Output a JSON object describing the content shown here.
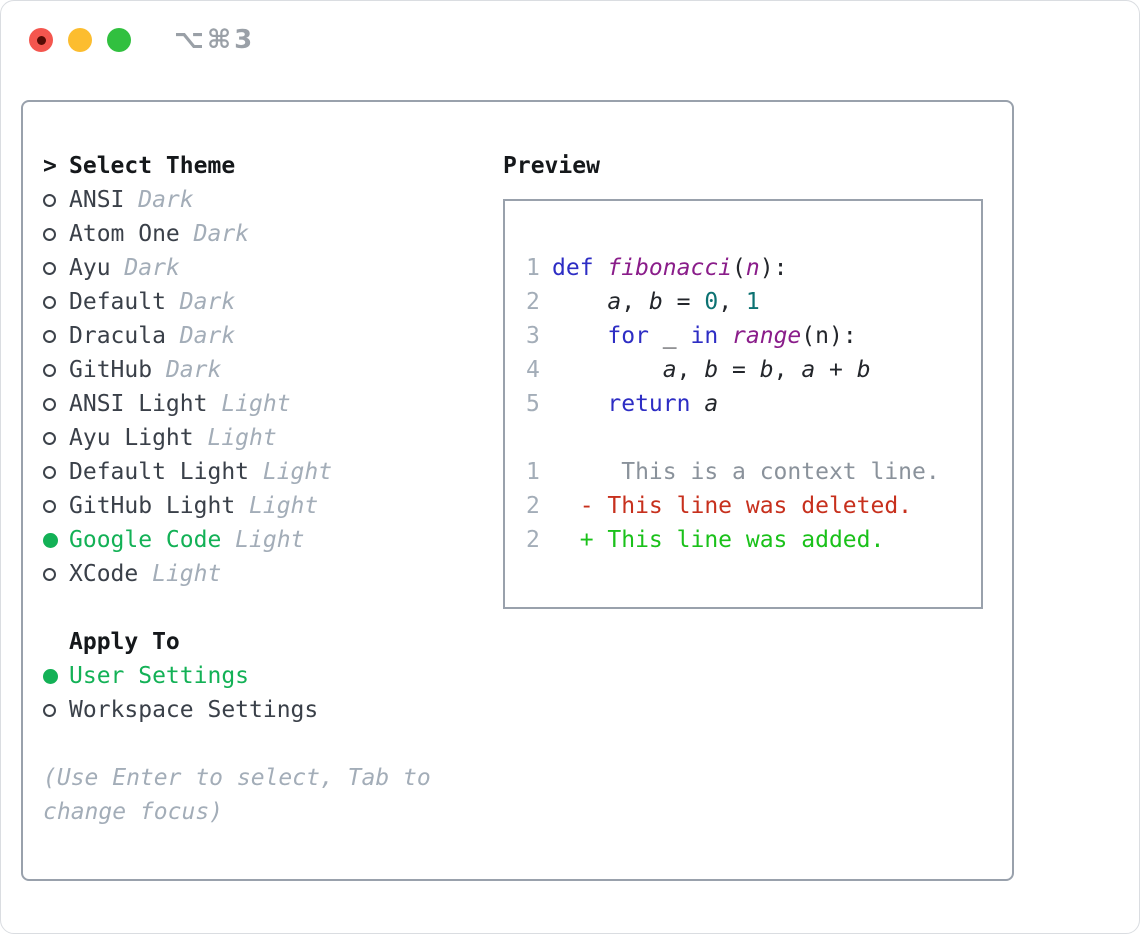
{
  "window": {
    "title": "⌥⌘3",
    "traffic_lights": {
      "close": "#f4564e",
      "minimize": "#fcbd2f",
      "maximize": "#31c03f"
    }
  },
  "select_theme": {
    "header_prefix": ">",
    "header_label": "Select Theme",
    "items": [
      {
        "name": "ANSI",
        "variant": "Dark",
        "selected": false
      },
      {
        "name": "Atom One",
        "variant": "Dark",
        "selected": false
      },
      {
        "name": "Ayu",
        "variant": "Dark",
        "selected": false
      },
      {
        "name": "Default",
        "variant": "Dark",
        "selected": false
      },
      {
        "name": "Dracula",
        "variant": "Dark",
        "selected": false
      },
      {
        "name": "GitHub",
        "variant": "Dark",
        "selected": false
      },
      {
        "name": "ANSI Light",
        "variant": "Light",
        "selected": false
      },
      {
        "name": "Ayu Light",
        "variant": "Light",
        "selected": false
      },
      {
        "name": "Default Light",
        "variant": "Light",
        "selected": false
      },
      {
        "name": "GitHub Light",
        "variant": "Light",
        "selected": false
      },
      {
        "name": "Google Code",
        "variant": "Light",
        "selected": true
      },
      {
        "name": "XCode",
        "variant": "Light",
        "selected": false
      }
    ]
  },
  "apply_to": {
    "header": "Apply To",
    "options": [
      {
        "label": "User Settings",
        "selected": true
      },
      {
        "label": "Workspace Settings",
        "selected": false
      }
    ]
  },
  "hint": "(Use Enter to select, Tab to change focus)",
  "preview": {
    "header": "Preview",
    "colors": {
      "keyword": "#2d2dc4",
      "function": "#8a1d8a",
      "number": "#0c7272",
      "plain": "#23262b",
      "line_number": "#a3adb8",
      "context": "#8a929b",
      "deleted": "#c7301d",
      "added": "#1ac11a",
      "selected_green": "#13b156",
      "border": "#99a1ac"
    },
    "lines": [
      {
        "num": "1",
        "segments": [
          [
            "def ",
            "kw"
          ],
          [
            "fibonacci",
            "fn"
          ],
          [
            "(",
            "pl"
          ],
          [
            "n",
            "fn"
          ],
          [
            "):",
            "pl"
          ]
        ]
      },
      {
        "num": "2",
        "segments": [
          [
            "    ",
            "pl"
          ],
          [
            "a",
            "var"
          ],
          [
            ", ",
            "pl"
          ],
          [
            "b",
            "var"
          ],
          [
            " = ",
            "pl"
          ],
          [
            "0",
            "num"
          ],
          [
            ", ",
            "pl"
          ],
          [
            "1",
            "num"
          ]
        ]
      },
      {
        "num": "3",
        "segments": [
          [
            "    ",
            "pl"
          ],
          [
            "for",
            "kw"
          ],
          [
            " _ ",
            "pl"
          ],
          [
            "in",
            "kw"
          ],
          [
            " ",
            "pl"
          ],
          [
            "range",
            "fn"
          ],
          [
            "(n):",
            "pl"
          ]
        ]
      },
      {
        "num": "4",
        "segments": [
          [
            "        ",
            "pl"
          ],
          [
            "a",
            "var"
          ],
          [
            ", ",
            "pl"
          ],
          [
            "b",
            "var"
          ],
          [
            " = ",
            "pl"
          ],
          [
            "b",
            "var"
          ],
          [
            ", ",
            "pl"
          ],
          [
            "a",
            "var"
          ],
          [
            " + ",
            "pl"
          ],
          [
            "b",
            "var"
          ]
        ]
      },
      {
        "num": "5",
        "segments": [
          [
            "    ",
            "pl"
          ],
          [
            "return",
            "kw"
          ],
          [
            " ",
            "pl"
          ],
          [
            "a",
            "var"
          ]
        ]
      },
      {
        "num": "",
        "segments": []
      },
      {
        "num": "1",
        "segments": [
          [
            "     This is a context line.",
            "ctx"
          ]
        ]
      },
      {
        "num": "2",
        "segments": [
          [
            "  - This line was deleted.",
            "del"
          ]
        ]
      },
      {
        "num": "2",
        "segments": [
          [
            "  + This line was added.",
            "add"
          ]
        ]
      }
    ]
  }
}
